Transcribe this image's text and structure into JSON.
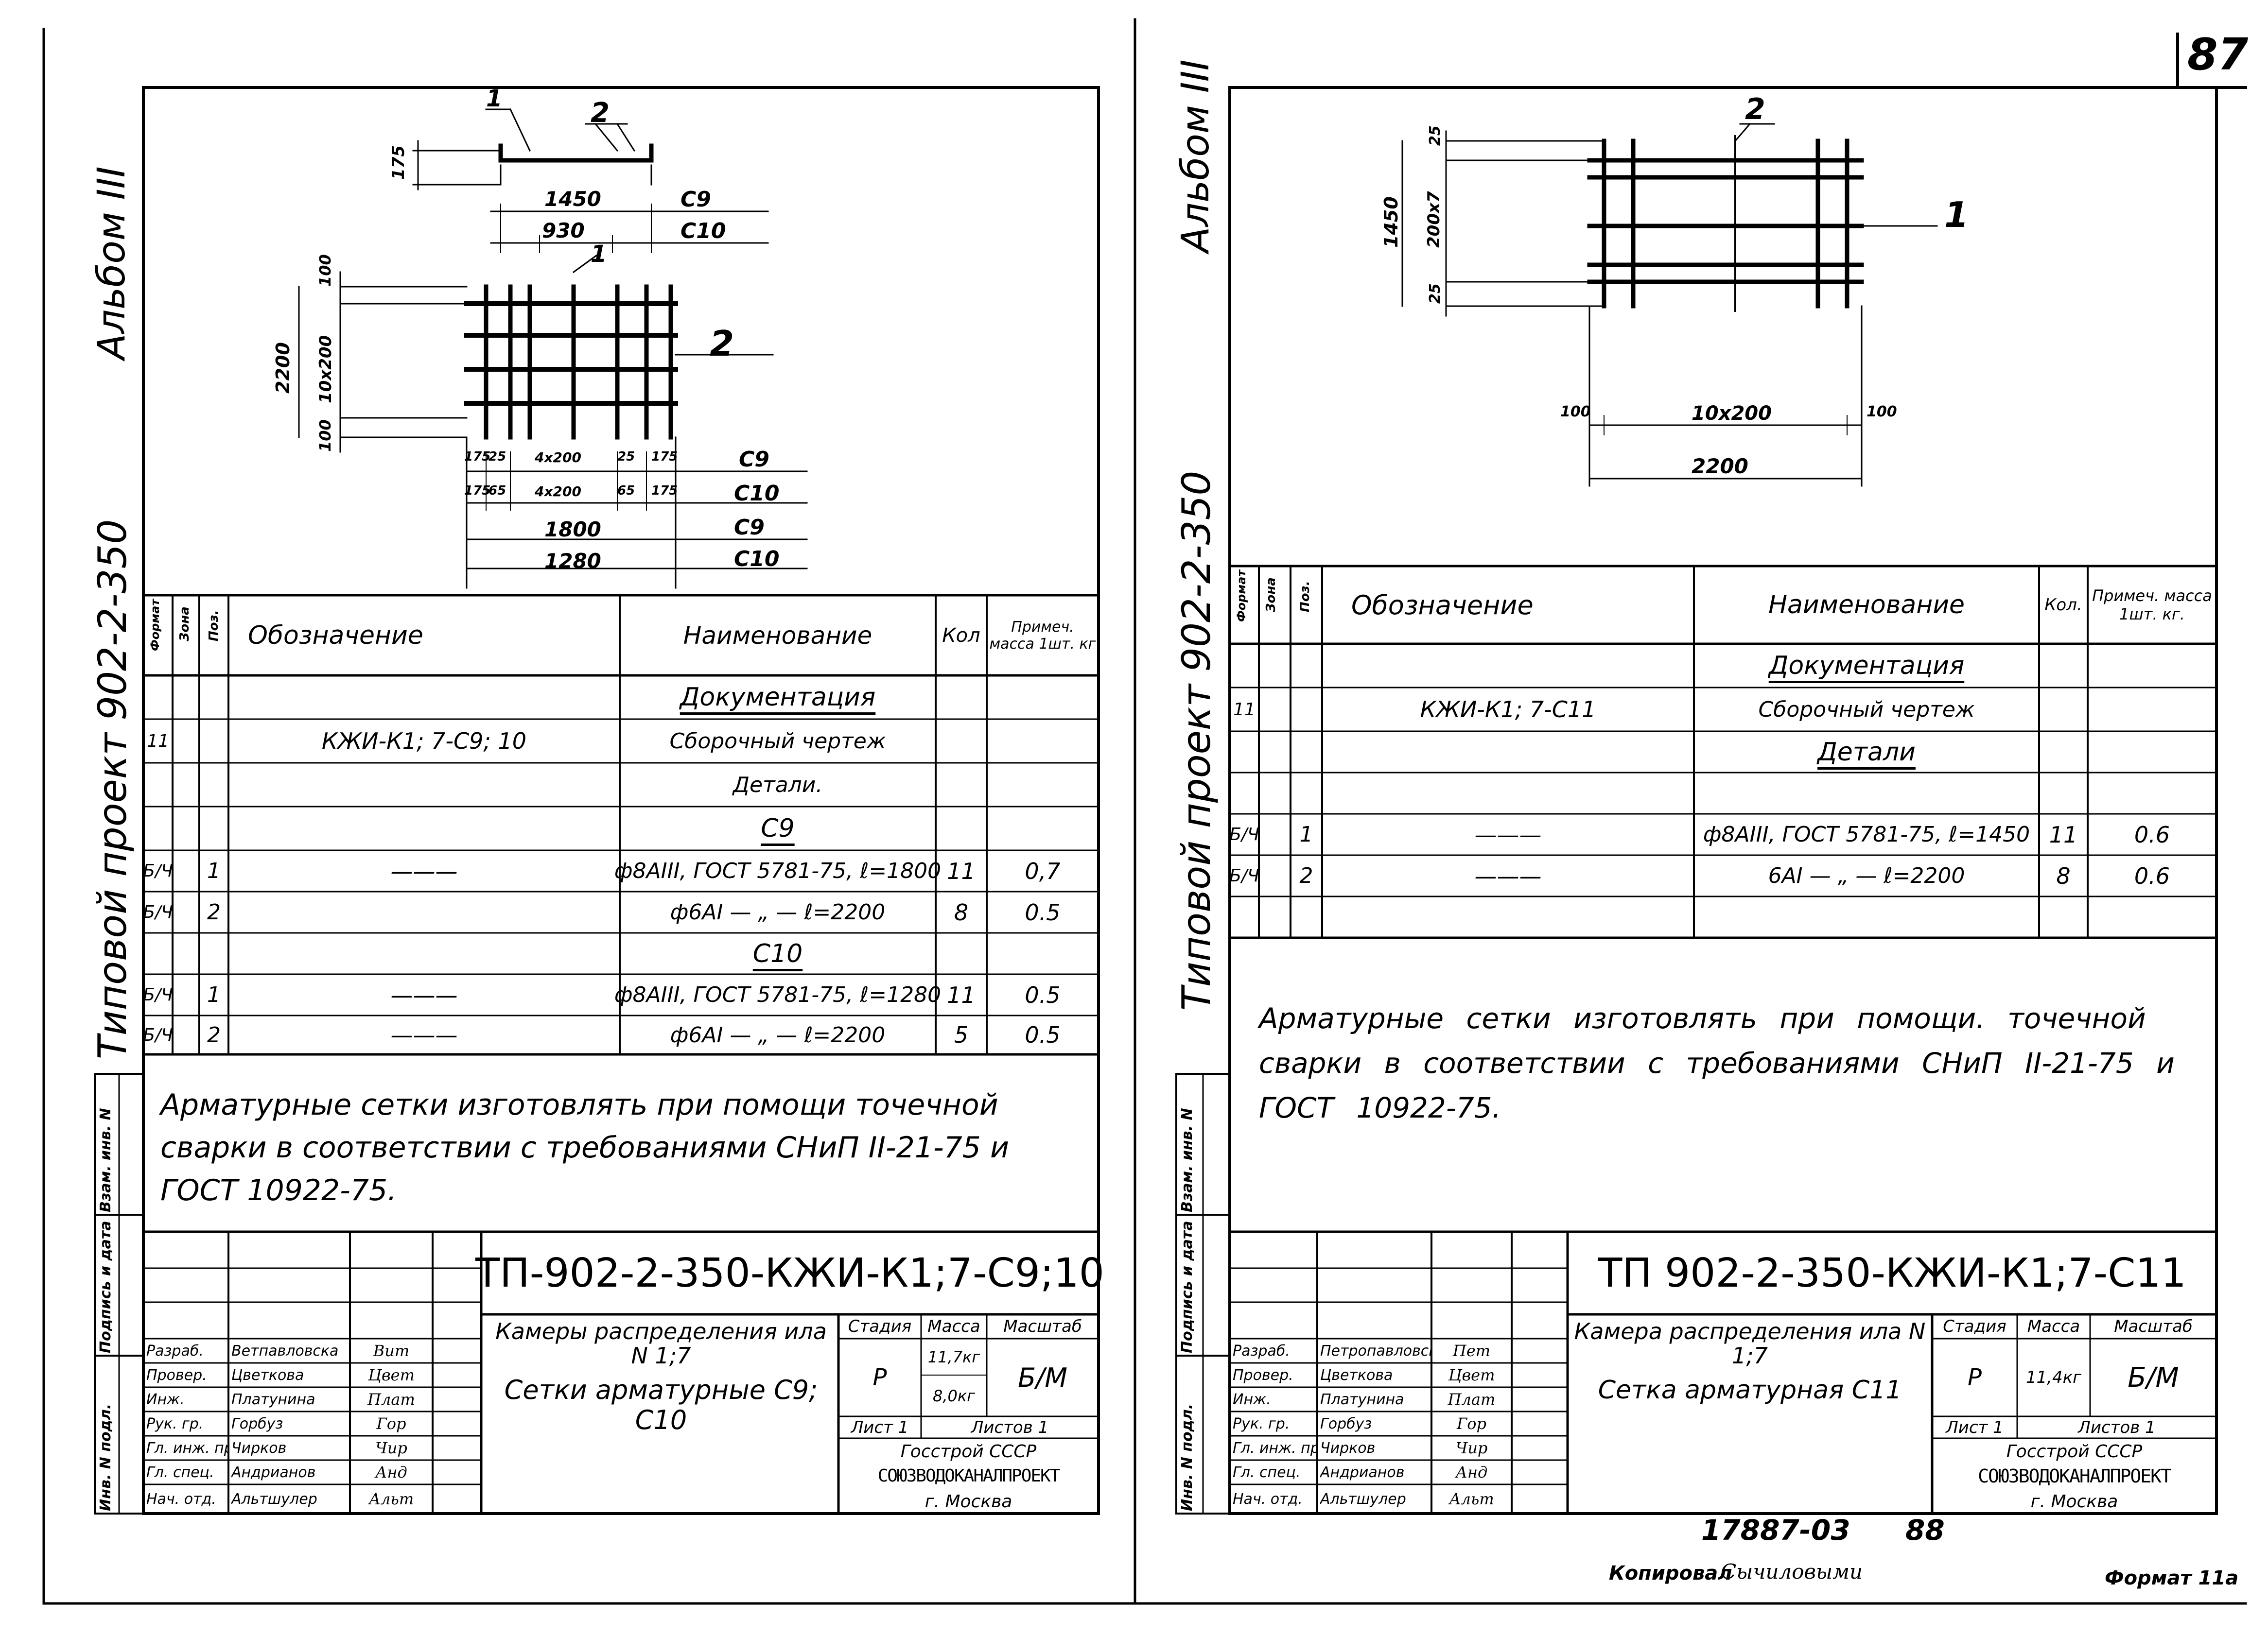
{
  "page": {
    "page_number": "87",
    "footer_number": "17887-03",
    "footer_number2": "88",
    "copied_label": "Копировал",
    "copied_sig": "Сычиловыми",
    "format_label": "Формат 11а"
  },
  "left_sheet": {
    "margin_album": "Альбом III",
    "margin_project": "Типовой проект 902-2-350",
    "stamp_labels": [
      "Инв. N подл.",
      "Подпись и дата",
      "Взам. инв. N"
    ],
    "drawing": {
      "pos_labels": [
        "1",
        "2",
        "1",
        "2"
      ],
      "dims_top": [
        "175",
        "1450",
        "930"
      ],
      "dims_side": [
        "100",
        "2200",
        "10х200",
        "100"
      ],
      "dims_bottom_row1": [
        "175",
        "25",
        "4х200",
        "25",
        "175"
      ],
      "dims_bottom_row2": [
        "175",
        "65",
        "4х200",
        "65",
        "175"
      ],
      "dims_totals": [
        "1800",
        "1280"
      ],
      "grade_labels": [
        "С9",
        "С10",
        "С9",
        "С10",
        "С9",
        "С10"
      ]
    },
    "spec": {
      "headers": [
        "Формат",
        "Зона",
        "Поз.",
        "Обозначение",
        "Наименование",
        "Кол",
        "Примеч. масса 1шт. кг"
      ],
      "rows": [
        {
          "fmt": "",
          "zone": "",
          "pos": "",
          "designation": "",
          "name": "Документация",
          "qty": "",
          "note": "",
          "heading": true
        },
        {
          "fmt": "11",
          "zone": "",
          "pos": "",
          "designation": "КЖИ-К1; 7-С9; 10",
          "name": "Сборочный чертеж",
          "qty": "",
          "note": "",
          "heading": false
        },
        {
          "fmt": "",
          "zone": "",
          "pos": "",
          "designation": "",
          "name": "Детали.",
          "qty": "",
          "note": "",
          "heading": false
        },
        {
          "fmt": "",
          "zone": "",
          "pos": "",
          "designation": "",
          "name": "С9",
          "qty": "",
          "note": "",
          "heading": true
        },
        {
          "fmt": "Б/Ч",
          "zone": "",
          "pos": "1",
          "designation": "———",
          "name": "ф8АIII, ГОСТ 5781-75, ℓ=1800",
          "qty": "11",
          "note": "0,7",
          "heading": false
        },
        {
          "fmt": "Б/Ч",
          "zone": "",
          "pos": "2",
          "designation": "",
          "name": "ф6АI — „ — ℓ=2200",
          "qty": "8",
          "note": "0.5",
          "heading": false
        },
        {
          "fmt": "",
          "zone": "",
          "pos": "",
          "designation": "",
          "name": "С10",
          "qty": "",
          "note": "",
          "heading": true
        },
        {
          "fmt": "Б/Ч",
          "zone": "",
          "pos": "1",
          "designation": "———",
          "name": "ф8АIII, ГОСТ 5781-75, ℓ=1280",
          "qty": "11",
          "note": "0.5",
          "heading": false
        },
        {
          "fmt": "Б/Ч",
          "zone": "",
          "pos": "2",
          "designation": "———",
          "name": "ф6АI — „ — ℓ=2200",
          "qty": "5",
          "note": "0.5",
          "heading": false
        }
      ]
    },
    "note": "Арматурные сетки изготовлять при помощи точечной сварки в соответствии с требованиями СНиП II-21-75 и ГОСТ 10922-75.",
    "title_block": {
      "code": "ТП-902-2-350-КЖИ-К1;7-С9;10",
      "object": "Камеры распределения ила N 1;7",
      "item": "Сетки арматурные С9; С10",
      "stage_label": "Стадия",
      "mass_label": "Масса",
      "scale_label": "Масштаб",
      "stage": "Р",
      "mass1": "11,7кг",
      "mass2": "8,0кг",
      "scale": "Б/М",
      "sheet": "Лист 1",
      "sheets": "Листов 1",
      "org1": "Госстрой СССР",
      "org2": "СОЮЗВОДОКАНАЛПРОЕКТ",
      "org3": "г. Москва",
      "people": [
        {
          "role": "Разраб.",
          "name": "Ветпавловска",
          "sig": "Вит"
        },
        {
          "role": "Провер.",
          "name": "Цветкова",
          "sig": "Цвет"
        },
        {
          "role": "Инж.",
          "name": "Платунина",
          "sig": "Плат"
        },
        {
          "role": "Рук. гр.",
          "name": "Горбуз",
          "sig": "Гор"
        },
        {
          "role": "Гл. инж. пр.",
          "name": "Чирков",
          "sig": "Чир"
        },
        {
          "role": "Гл. спец.",
          "name": "Андрианов",
          "sig": "Анд"
        },
        {
          "role": "Нач. отд.",
          "name": "Альтшулер",
          "sig": "Альт"
        }
      ]
    }
  },
  "right_sheet": {
    "margin_album": "Альбом III",
    "margin_project": "Типовой проект 902-2-350",
    "stamp_labels": [
      "Инв. N подл.",
      "Подпись и дата",
      "Взам. инв. N"
    ],
    "drawing": {
      "pos_labels": [
        "2",
        "1"
      ],
      "dims_side": [
        "25",
        "1450",
        "200х7",
        "25"
      ],
      "dims_bottom": [
        "100",
        "10х200",
        "100"
      ],
      "dims_total": "2200"
    },
    "spec": {
      "headers": [
        "Формат",
        "Зона",
        "Поз.",
        "Обозначение",
        "Наименование",
        "Кол.",
        "Примеч. масса 1шт. кг."
      ],
      "rows": [
        {
          "fmt": "",
          "zone": "",
          "pos": "",
          "designation": "",
          "name": "Документация",
          "qty": "",
          "note": "",
          "heading": true
        },
        {
          "fmt": "11",
          "zone": "",
          "pos": "",
          "designation": "КЖИ-К1; 7-С11",
          "name": "Сборочный чертеж",
          "qty": "",
          "note": "",
          "heading": false
        },
        {
          "fmt": "",
          "zone": "",
          "pos": "",
          "designation": "",
          "name": "Детали",
          "qty": "",
          "note": "",
          "heading": true
        },
        {
          "fmt": "",
          "zone": "",
          "pos": "",
          "designation": "",
          "name": "",
          "qty": "",
          "note": "",
          "heading": false
        },
        {
          "fmt": "Б/Ч",
          "zone": "",
          "pos": "1",
          "designation": "———",
          "name": "ф8АIII, ГОСТ 5781-75, ℓ=1450",
          "qty": "11",
          "note": "0.6",
          "heading": false
        },
        {
          "fmt": "Б/Ч",
          "zone": "",
          "pos": "2",
          "designation": "———",
          "name": "6АI — „ — ℓ=2200",
          "qty": "8",
          "note": "0.6",
          "heading": false
        },
        {
          "fmt": "",
          "zone": "",
          "pos": "",
          "designation": "",
          "name": "",
          "qty": "",
          "note": "",
          "heading": false
        }
      ]
    },
    "note": "Арматурные сетки изготовлять при помощи. точечной сварки в соответствии с требованиями СНиП II-21-75 и ГОСТ 10922-75.",
    "title_block": {
      "code": "ТП 902-2-350-КЖИ-К1;7-С11",
      "object": "Камера распределения ила N 1;7",
      "item": "Сетка арматурная С11",
      "stage_label": "Стадия",
      "mass_label": "Масса",
      "scale_label": "Масштаб",
      "stage": "Р",
      "mass1": "11,4кг",
      "scale": "Б/М",
      "sheet": "Лист 1",
      "sheets": "Листов 1",
      "org1": "Госстрой СССР",
      "org2": "СОЮЗВОДОКАНАЛПРОЕКТ",
      "org3": "г. Москва",
      "people": [
        {
          "role": "Разраб.",
          "name": "Петропавловская",
          "sig": "Пет"
        },
        {
          "role": "Провер.",
          "name": "Цветкова",
          "sig": "Цвет"
        },
        {
          "role": "Инж.",
          "name": "Платунина",
          "sig": "Плат"
        },
        {
          "role": "Рук. гр.",
          "name": "Горбуз",
          "sig": "Гор"
        },
        {
          "role": "Гл. инж. пр.",
          "name": "Чирков",
          "sig": "Чир"
        },
        {
          "role": "Гл. спец.",
          "name": "Андрианов",
          "sig": "Анд"
        },
        {
          "role": "Нач. отд.",
          "name": "Альтшулер",
          "sig": "Альт"
        }
      ]
    }
  }
}
